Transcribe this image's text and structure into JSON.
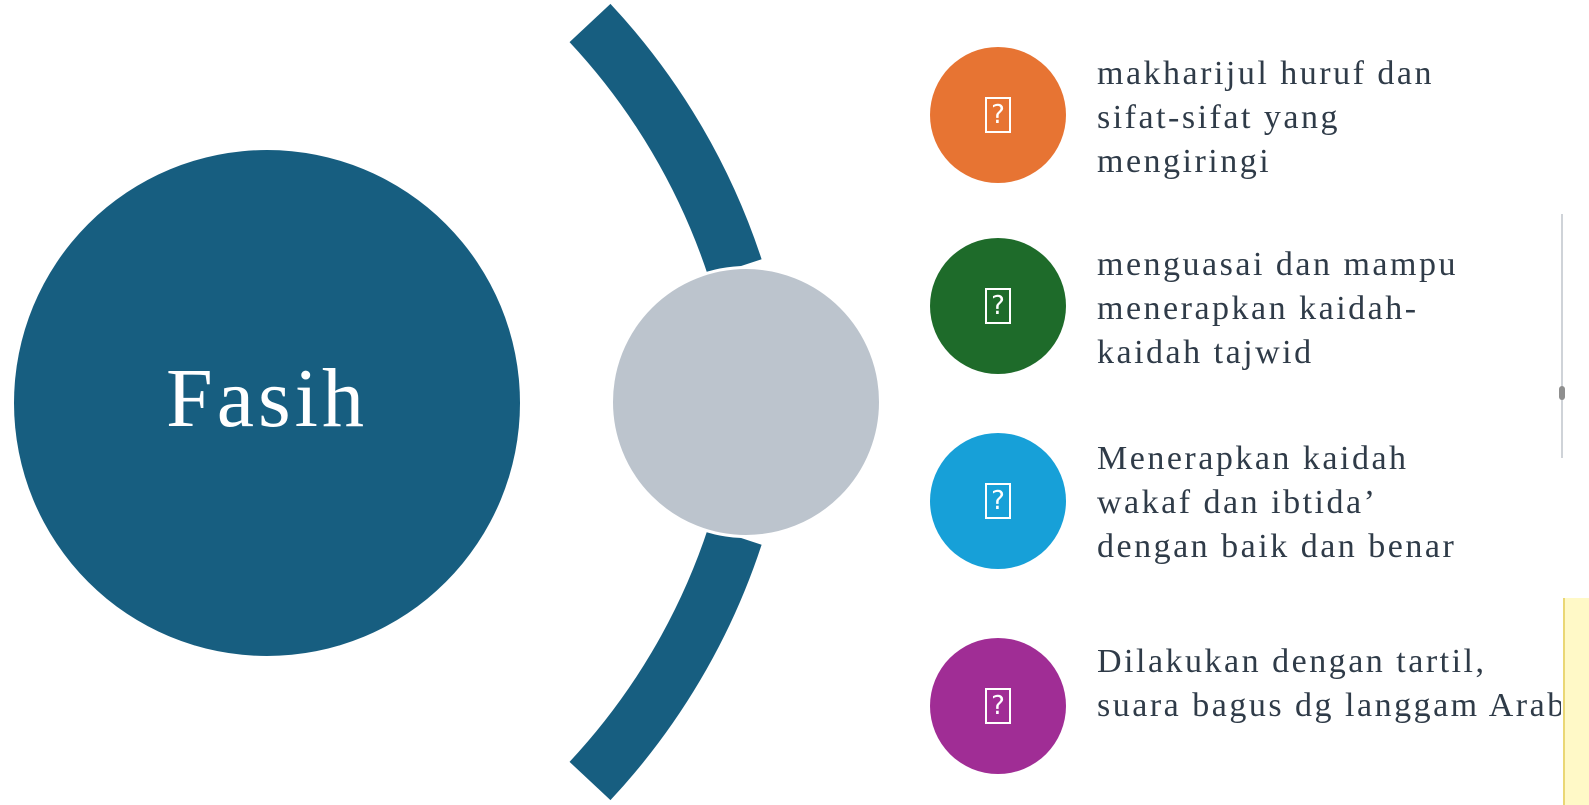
{
  "diagram": {
    "title": "Fasih",
    "colors": {
      "main_circle": "#175e80",
      "arc": "#175e80",
      "hub": "#bcc4cd"
    },
    "items": [
      {
        "icon": "placeholder-glyph-icon",
        "glyph": "?",
        "color": "#e77433",
        "lines": [
          "makharijul huruf dan",
          "sifat-sifat yang",
          "mengiringi"
        ]
      },
      {
        "icon": "placeholder-glyph-icon",
        "glyph": "?",
        "color": "#1e6b2a",
        "lines": [
          "menguasai dan mampu",
          "menerapkan kaidah-",
          "kaidah tajwid"
        ]
      },
      {
        "icon": "placeholder-glyph-icon",
        "glyph": "?",
        "color": "#17a0d8",
        "lines": [
          "Menerapkan kaidah",
          "wakaf dan ibtida’",
          "dengan baik dan benar"
        ]
      },
      {
        "icon": "placeholder-glyph-icon",
        "glyph": "?",
        "color": "#a02d95",
        "lines": [
          "Dilakukan dengan tartil,",
          "suara bagus dg langgam Arab"
        ]
      }
    ]
  }
}
